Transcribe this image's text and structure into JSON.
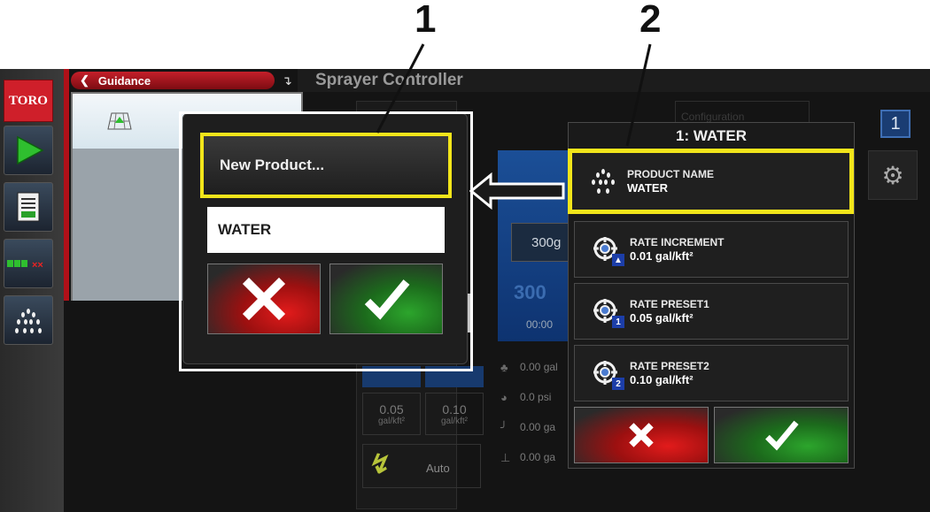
{
  "callouts": [
    "1",
    "2"
  ],
  "rail": {
    "brand": "TORO",
    "icons": [
      "play-icon",
      "job-report-icon",
      "boom-sections-icon",
      "sprayer-icon"
    ]
  },
  "header": {
    "guidance_label": "Guidance",
    "page_title": "Sprayer Controller"
  },
  "background": {
    "rate_value": "300g",
    "big_value": "300",
    "time_value": "00:00",
    "stats": [
      "0.00 gal",
      "0.0 psi",
      "0.00 ga",
      "0.00 ga"
    ],
    "cells": [
      {
        "value": "0.05",
        "unit": "gal/kft²"
      },
      {
        "value": "0.10",
        "unit": "gal/kft²"
      }
    ],
    "auto_label": "Auto",
    "config_label": "Configuration"
  },
  "right_rail": {
    "tab_number": "1"
  },
  "product_list": {
    "items": [
      "New Product...",
      "WATER"
    ]
  },
  "product_panel": {
    "title": "1: WATER",
    "rows": [
      {
        "label": "PRODUCT NAME",
        "value": "WATER",
        "icon": "spray-nozzle-icon"
      },
      {
        "label": "RATE INCREMENT",
        "value": "0.01 gal/kft²",
        "icon": "rate-increment-icon",
        "badge": "▲"
      },
      {
        "label": "RATE PRESET1",
        "value": "0.05 gal/kft²",
        "icon": "rate-preset-icon",
        "badge": "1"
      },
      {
        "label": "RATE PRESET2",
        "value": "0.10 gal/kft²",
        "icon": "rate-preset-icon",
        "badge": "2"
      }
    ]
  },
  "colors": {
    "highlight": "#f2e51a",
    "brand_red": "#cf1f2a",
    "cancel_red": "#e21b1b",
    "ok_green": "#2ca52c"
  }
}
